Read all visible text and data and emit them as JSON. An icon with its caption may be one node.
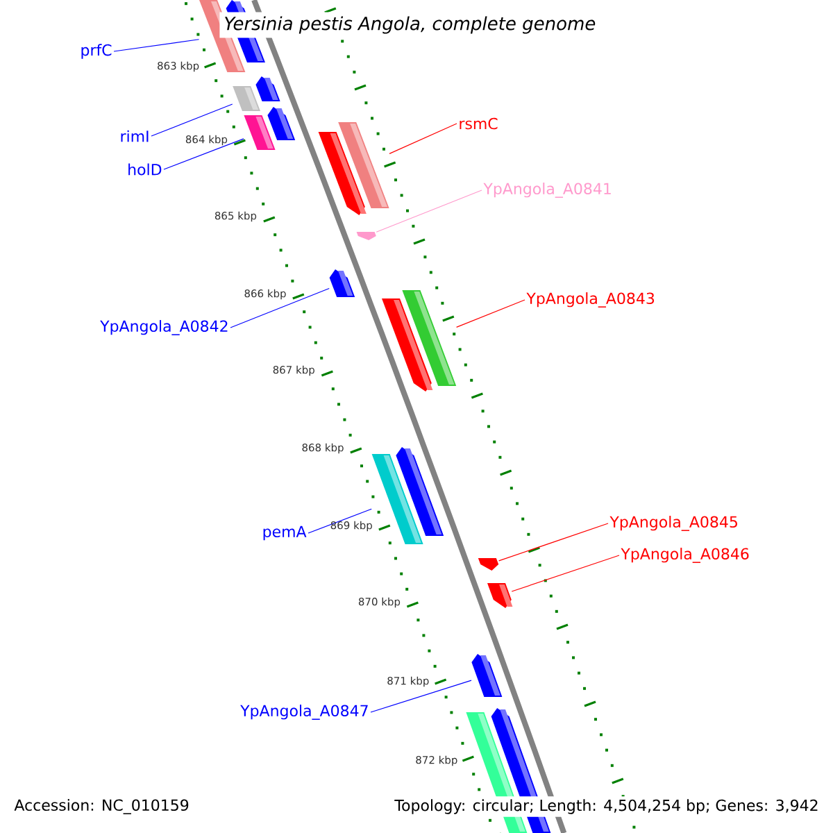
{
  "diagram": {
    "title": "Yersinia pestis Angola, complete genome",
    "nodes": [
      {
        "text": [
          "prfC"
        ]
      },
      {
        "text": [
          "rimI"
        ]
      },
      {
        "text": [
          "holD"
        ]
      },
      {
        "text": [
          "rsmC"
        ]
      },
      {
        "text": [
          "YpAngola_A0841"
        ]
      },
      {
        "text": [
          "YpAngola_A0842"
        ]
      },
      {
        "text": [
          "YpAngola_A0843"
        ]
      },
      {
        "text": [
          "pemA"
        ]
      },
      {
        "text": [
          "YpAngola_A0845"
        ]
      },
      {
        "text": [
          "YpAngola_A0846"
        ]
      },
      {
        "text": [
          "YpAngola_A0847"
        ]
      },
      {
        "text": [],
        "shape": "bar"
      },
      {
        "text": [],
        "shape": "bar"
      },
      {
        "text": [],
        "shape": "bar"
      },
      {
        "text": [],
        "shape": "bar"
      },
      {
        "text": [],
        "shape": "bar"
      },
      {
        "text": [],
        "shape": "bar"
      },
      {
        "text": [],
        "shape": "bar"
      },
      {
        "text": [],
        "shape": "bar"
      },
      {
        "text": [],
        "shape": "bar"
      },
      {
        "text": [],
        "shape": "bar"
      },
      {
        "text": [],
        "shape": "bar"
      },
      {
        "text": [],
        "shape": "bar"
      },
      {
        "text": [],
        "shape": "bar"
      },
      {
        "text": [],
        "shape": "bar"
      },
      {
        "text": [],
        "shape": "bar"
      },
      {
        "text": [],
        "shape": "bar"
      },
      {
        "text": [],
        "shape": "bar"
      },
      {
        "text": [],
        "shape": "bar"
      },
      {
        "text": [],
        "shape": "bar"
      }
    ],
    "edges": [
      {
        "from": 0,
        "to": 11,
        "arrow": "none"
      },
      {
        "from": 1,
        "to": 13,
        "arrow": "none"
      },
      {
        "from": 2,
        "to": 15,
        "arrow": "none"
      },
      {
        "from": 3,
        "to": 18,
        "arrow": "none",
        "color": "#ff0000"
      },
      {
        "from": 4,
        "to": 19,
        "arrow": "none",
        "color": "#ff99cc"
      },
      {
        "from": 5,
        "to": 20,
        "arrow": "none"
      },
      {
        "from": 6,
        "to": 22,
        "arrow": "none",
        "color": "#ff0000"
      },
      {
        "from": 7,
        "to": 23,
        "arrow": "none"
      },
      {
        "from": 8,
        "to": 25,
        "arrow": "none",
        "color": "#ff0000"
      },
      {
        "from": 9,
        "to": 26,
        "arrow": "none",
        "color": "#ff0000"
      },
      {
        "from": 10,
        "to": 27,
        "arrow": "none"
      }
    ],
    "labels": [
      "863 kbp",
      "864 kbp",
      "865 kbp",
      "866 kbp",
      "867 kbp",
      "868 kbp",
      "869 kbp",
      "870 kbp",
      "871 kbp",
      "872 kbp",
      "Accession: NC_010159",
      "Topology: circular; Length: 4,504,254 bp; Genes: 3,942"
    ]
  }
}
